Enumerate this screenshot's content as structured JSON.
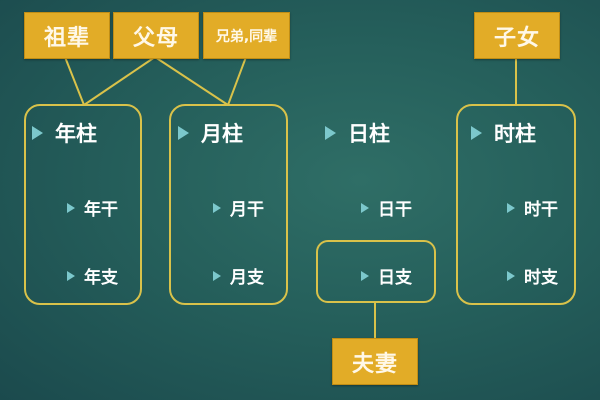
{
  "colors": {
    "background": "#255f5b",
    "tag_fill": "#e2ac27",
    "frame_stroke": "#d9c24a",
    "bullet": "#7cc8cc",
    "text": "#ffffff"
  },
  "relations": {
    "ancestors": "祖辈",
    "parents": "父母",
    "siblings_peers": "兄弟,同辈",
    "children": "子女",
    "spouse": "夫妻"
  },
  "pillars": [
    {
      "name": "年柱",
      "stem": "年干",
      "branch": "年支"
    },
    {
      "name": "月柱",
      "stem": "月干",
      "branch": "月支"
    },
    {
      "name": "日柱",
      "stem": "日干",
      "branch": "日支"
    },
    {
      "name": "时柱",
      "stem": "时干",
      "branch": "时支"
    }
  ],
  "connections": [
    {
      "from": "祖辈",
      "to": "年柱"
    },
    {
      "from": "父母",
      "to": "年柱"
    },
    {
      "from": "父母",
      "to": "月柱"
    },
    {
      "from": "兄弟,同辈",
      "to": "月柱"
    },
    {
      "from": "子女",
      "to": "时柱"
    },
    {
      "from": "日支",
      "to": "夫妻"
    }
  ]
}
